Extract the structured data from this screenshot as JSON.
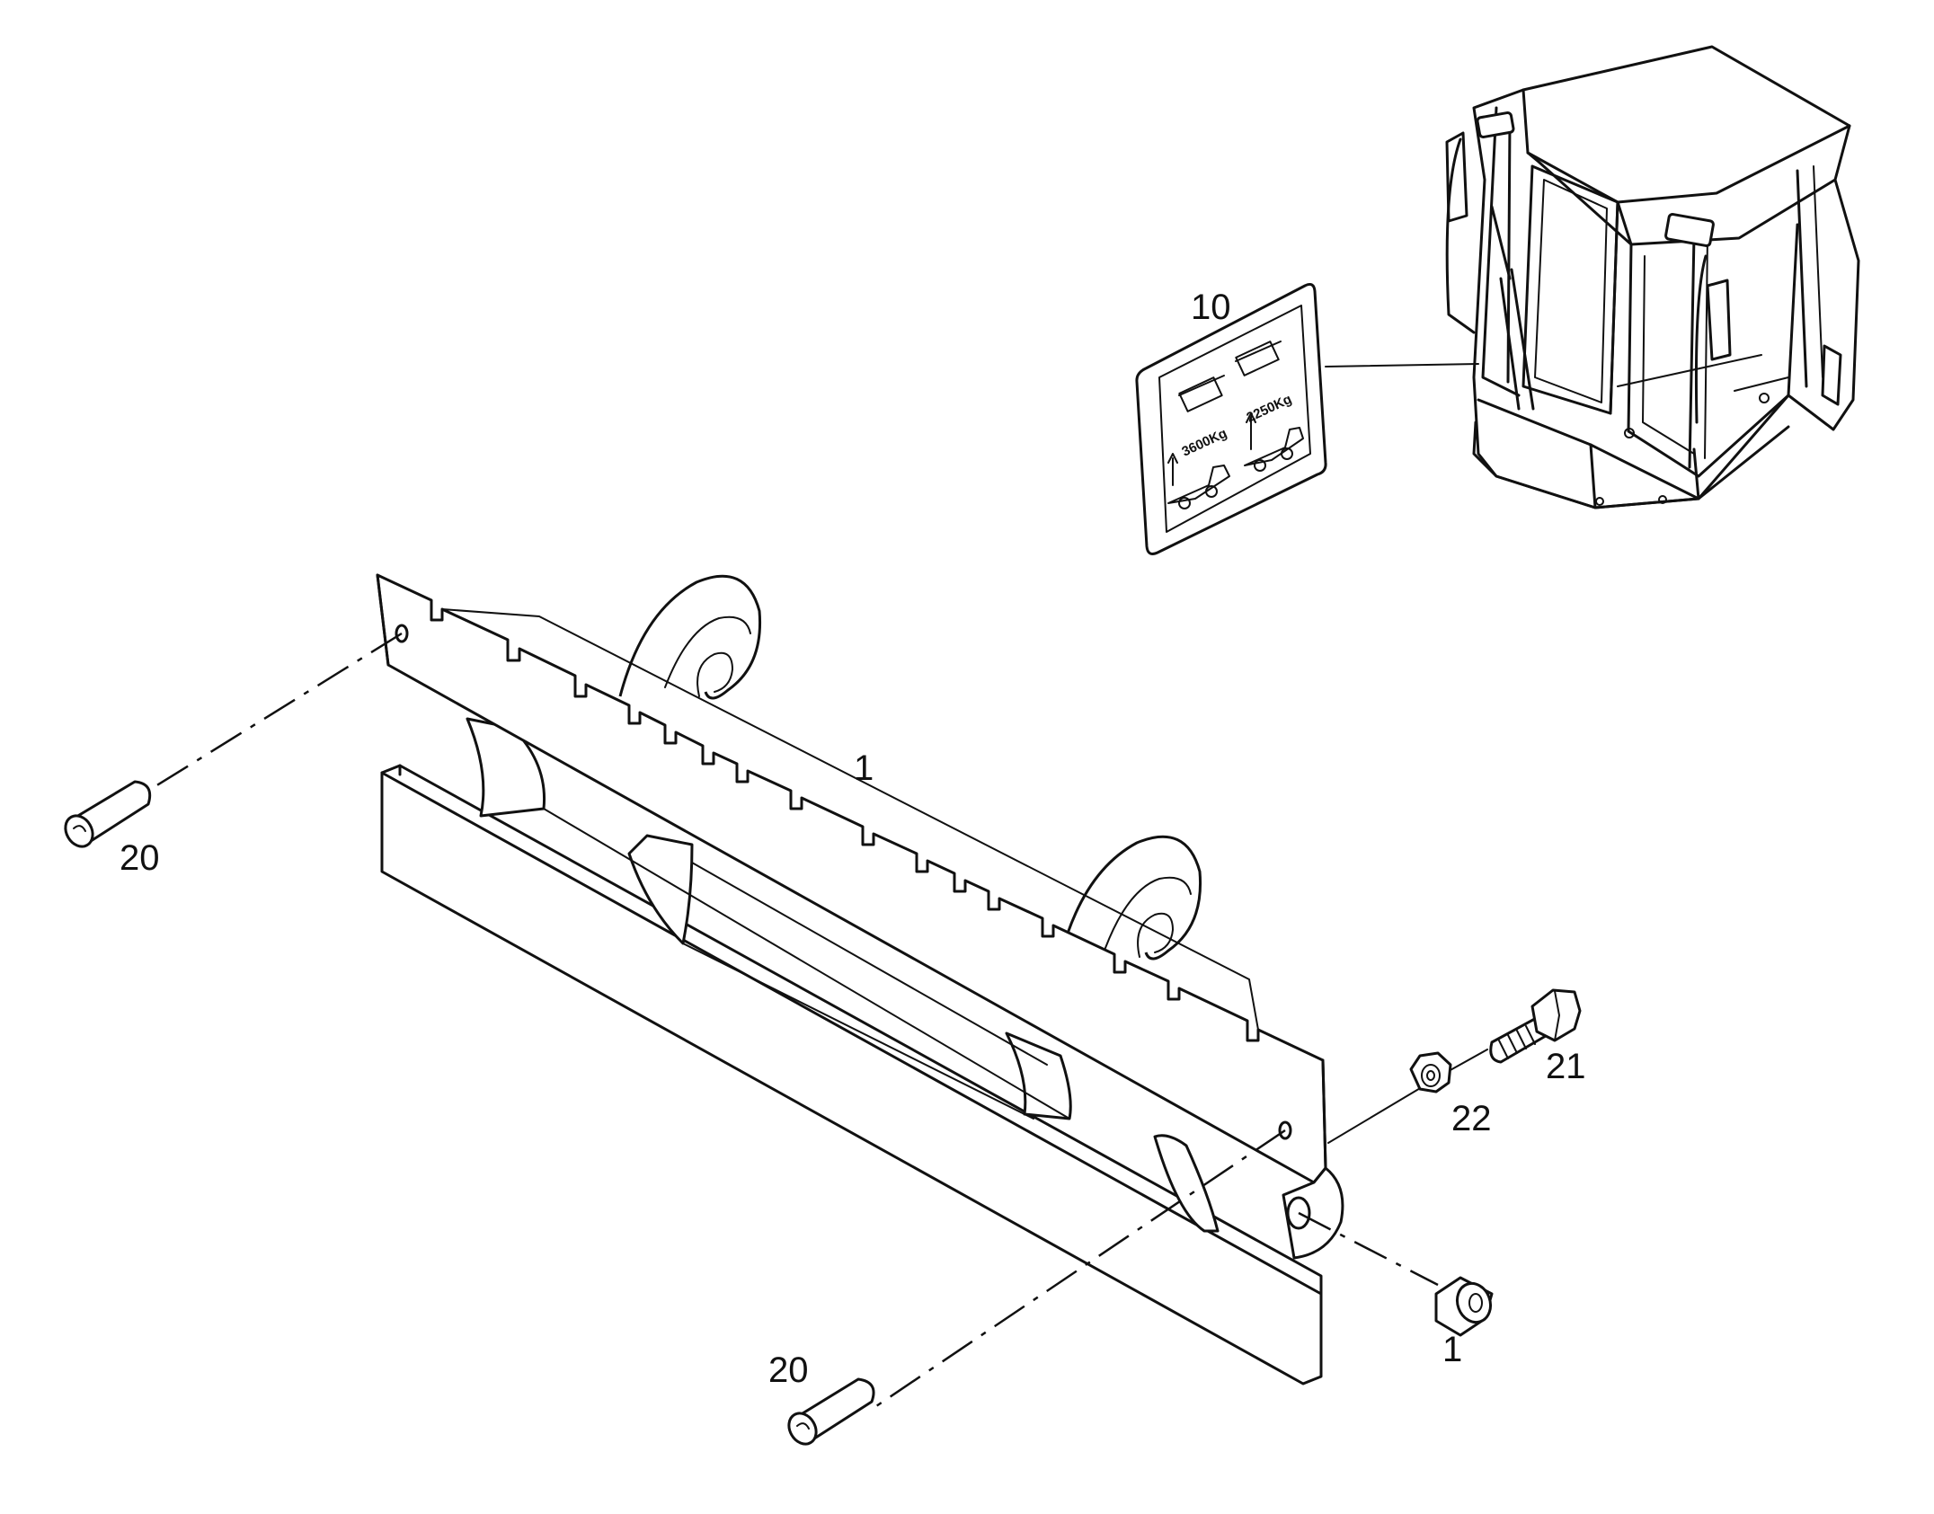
{
  "callouts": {
    "frame": "1",
    "bushing": "1",
    "decal": "10",
    "pin_top": "20",
    "pin_bottom": "20",
    "bolt": "21",
    "nut": "22"
  },
  "decal": {
    "load_left": "3600Kg",
    "load_right": "2250Kg"
  }
}
